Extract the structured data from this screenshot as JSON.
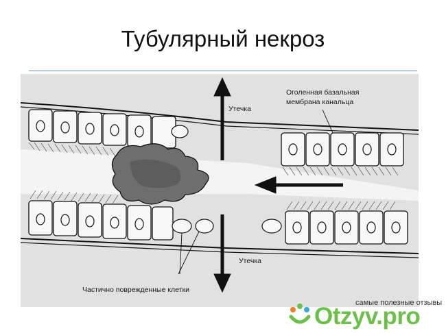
{
  "slide": {
    "title": "Тубулярный некроз"
  },
  "diagram": {
    "labels": {
      "leak_top": "Утечка",
      "leak_bottom": "Утечка",
      "membrane_line1": "Оголенная базальная",
      "membrane_line2": "мембрана канальца",
      "damaged_cells": "Частично поврежденные клетки"
    }
  },
  "watermark": {
    "tagline": "самые полезные отзывы",
    "brand": "Otzyv.pro",
    "brand_color": "#6cc04a"
  },
  "colors": {
    "accent_rule": "#5b8fc8"
  }
}
